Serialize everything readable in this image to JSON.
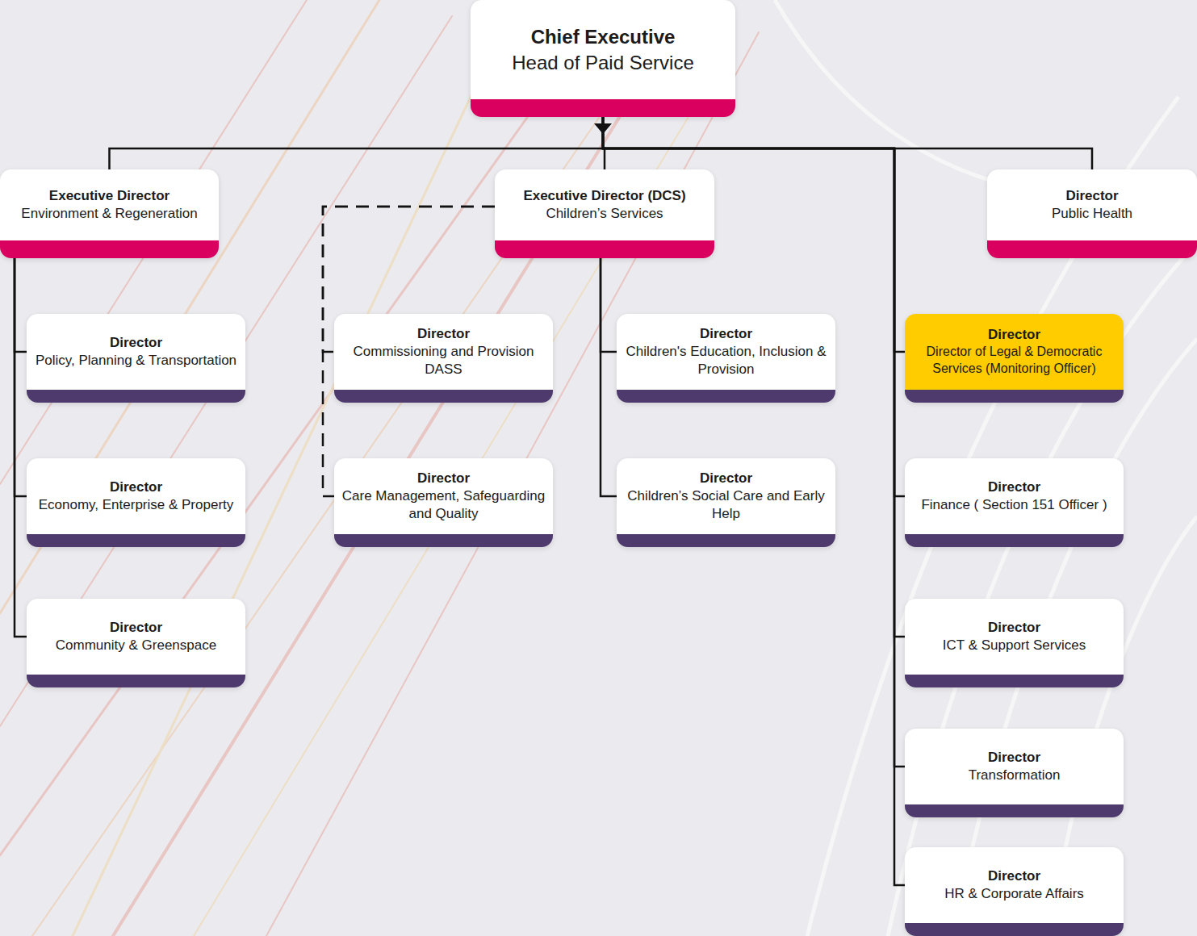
{
  "diagram": {
    "nodes": [
      {
        "text": [
          "Chief Executive",
          "Head of Paid Service"
        ]
      },
      {
        "text": [
          "Executive Director",
          "Environment & Regeneration"
        ]
      },
      {
        "text": [
          "Executive Director (DCS)",
          "Children’s Services"
        ]
      },
      {
        "text": [
          "Director",
          "Public Health"
        ]
      },
      {
        "text": [
          "Director",
          "Policy, Planning & Transportation"
        ]
      },
      {
        "text": [
          "Director",
          "Economy, Enterprise & Property"
        ]
      },
      {
        "text": [
          "Director",
          "Community & Greenspace"
        ]
      },
      {
        "text": [
          "Director",
          "Commissioning and Provision DASS"
        ]
      },
      {
        "text": [
          "Director",
          "Care Management, Safeguarding and Quality"
        ]
      },
      {
        "text": [
          "Director",
          "Children's Education, Inclusion & Provision"
        ]
      },
      {
        "text": [
          "Director",
          "Children’s Social Care and Early Help"
        ]
      },
      {
        "text": [
          "Director",
          "Director of Legal & Democratic Services (Monitoring Officer)"
        ]
      },
      {
        "text": [
          "Director",
          "Finance ( Section 151 Officer )"
        ]
      },
      {
        "text": [
          "Director",
          "ICT & Support Services"
        ]
      },
      {
        "text": [
          "Director",
          "Transformation"
        ]
      },
      {
        "text": [
          "Director",
          "HR & Corporate Affairs"
        ]
      }
    ],
    "edges": [
      {
        "from": 0,
        "to": 1,
        "arrow": "none"
      },
      {
        "from": 0,
        "to": 2,
        "arrow": "none"
      },
      {
        "from": 0,
        "to": 3,
        "arrow": "none"
      },
      {
        "from": 1,
        "to": 4,
        "arrow": "none"
      },
      {
        "from": 1,
        "to": 5,
        "arrow": "none"
      },
      {
        "from": 1,
        "to": 6,
        "arrow": "none"
      },
      {
        "from": 2,
        "to": 7,
        "arrow": "none"
      },
      {
        "from": 2,
        "to": 8,
        "arrow": "none"
      },
      {
        "from": 2,
        "to": 9,
        "arrow": "none"
      },
      {
        "from": 2,
        "to": 10,
        "arrow": "none"
      },
      {
        "from": 0,
        "to": 11,
        "arrow": "none"
      },
      {
        "from": 0,
        "to": 12,
        "arrow": "none"
      },
      {
        "from": 0,
        "to": 13,
        "arrow": "none"
      },
      {
        "from": 0,
        "to": 14,
        "arrow": "none"
      },
      {
        "from": 0,
        "to": 15,
        "arrow": "none"
      }
    ]
  }
}
